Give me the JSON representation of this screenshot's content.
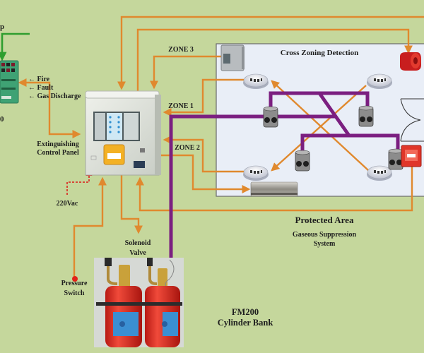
{
  "colors": {
    "background": "#c5d79c",
    "wire": "#e0892e",
    "pipe": "#7b1f80",
    "signal": "#2f9e2f",
    "power": "#d8352a",
    "protected_area": "#e9eef7"
  },
  "labels": {
    "cropped_top_left": "p",
    "cropped_bottom_left": "0",
    "interface_signals": [
      "← Fire",
      "← Fault",
      "← Gas Discharge"
    ],
    "zone_3": "ZONE 3",
    "zone_1": "ZONE 1",
    "zone_2": "ZONE 2",
    "cross_zoning": "Cross Zoning Detection",
    "extinguishing_panel": [
      "Extinguishing",
      "Control Panel"
    ],
    "power_supply": "220Vac",
    "solenoid_valve": [
      "Solenoid",
      "Valve"
    ],
    "pressure_switch": [
      "Pressure",
      "Switch"
    ],
    "protected_area": "Protected Area",
    "system_name": [
      "Gaseous Suppression",
      "System"
    ],
    "cylinder_bank": [
      "FM200",
      "Cylinder Bank"
    ]
  }
}
